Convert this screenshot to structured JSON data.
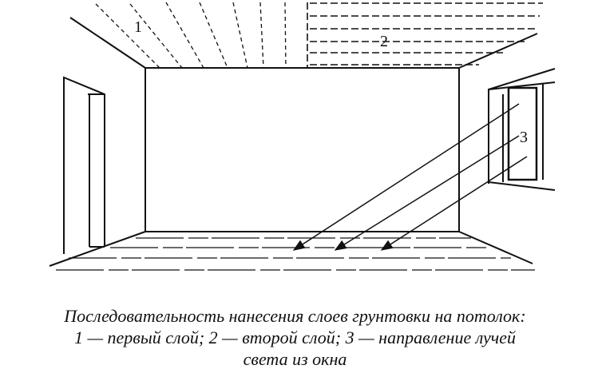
{
  "figure": {
    "labels": {
      "layer1": "1",
      "layer2": "2",
      "light": "3"
    },
    "caption": {
      "line1": "Последовательность нанесения слоев грунтовки на потолок:",
      "line2": "1 — первый слой; 2 — второй слой; 3 — направление лучей",
      "line3": "света из окна"
    }
  }
}
